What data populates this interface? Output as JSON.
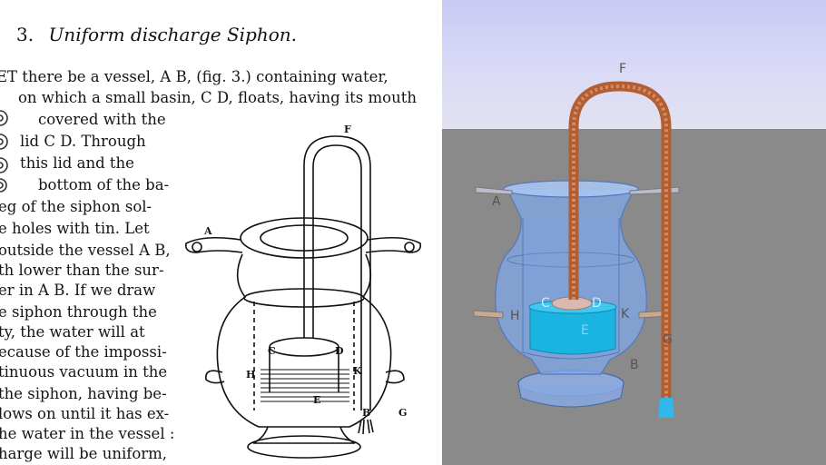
{
  "page": {
    "section_number": "3.",
    "section_title": "Uniform discharge Siphon.",
    "lines_full": [
      "ET there be a vessel, A B, (fig. 3.) containing water,",
      "on which a small basin, C D, floats, having its mouth"
    ],
    "lines_wrapped": [
      "covered with the",
      "lid C D.  Through",
      "this lid and the",
      "bottom of the ba-",
      "eg of the siphon sol-",
      "e holes with tin.  Let",
      "outside the vessel A B,",
      "th lower than the sur-",
      "er in A B.  If we draw",
      "e siphon through the",
      "ty, the water will at",
      "ecause of the impossi-",
      "tinuous vacuum in the",
      "the siphon, having be-",
      "lows on until it has ex-",
      "he water in the vessel :",
      "harge will be uniform,"
    ]
  },
  "engraving_labels": {
    "A": "A",
    "B": "B",
    "C": "C",
    "D": "D",
    "E": "E",
    "F": "F",
    "G": "G",
    "H": "H",
    "K": "K"
  },
  "model_labels": {
    "F": "F",
    "A": "A",
    "C": "C",
    "D": "D",
    "E": "E",
    "H": "H",
    "K": "K",
    "G": "G",
    "B": "B"
  },
  "colors": {
    "sky": "#d4d4f6",
    "ground": "#8a8a8a",
    "glass": "#7fa8e8",
    "water": "#19b4e0",
    "tube": "#c87043",
    "tube_tip": "#2fb8e8"
  }
}
